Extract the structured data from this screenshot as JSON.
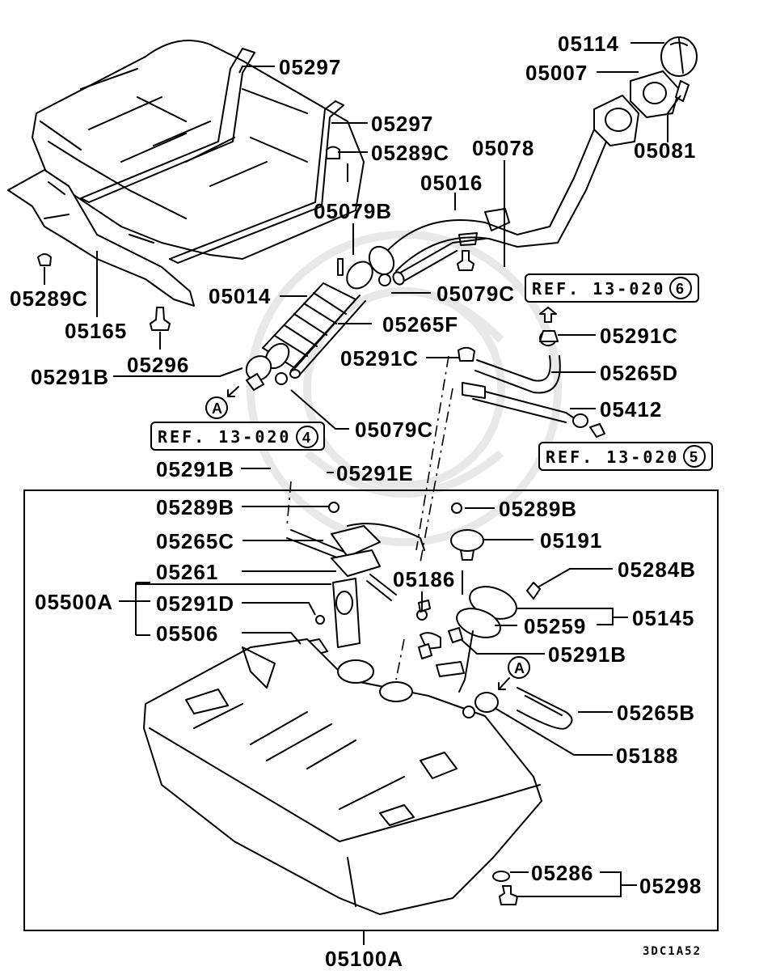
{
  "diagram": {
    "title": "Fuel tank assembly exploded parts diagram",
    "figure_code": "3DC1A52",
    "upper_parts": {
      "p05114": "05114",
      "p05007": "05007",
      "p05081": "05081",
      "p05297_a": "05297",
      "p05297_b": "05297",
      "p05289c_top": "05289C",
      "p05078": "05078",
      "p05016": "05016",
      "p05079b": "05079B",
      "p05289c_left": "05289C",
      "p05165": "05165",
      "p05296": "05296",
      "p05014": "05014",
      "p05079c_top": "05079C",
      "p05265f": "05265F",
      "p05291b_left": "05291B",
      "p05291c_mid": "05291C",
      "p05079c_low": "05079C",
      "p05291c_right": "05291C",
      "p05265d": "05265D",
      "p05412": "05412",
      "p05291b_ref": "05291B",
      "p05291e": "05291E"
    },
    "references": [
      {
        "text": "REF. 13-020",
        "circle": "6"
      },
      {
        "text": "REF. 13-020",
        "circle": "5"
      },
      {
        "text": "REF. 13-020",
        "circle": "4"
      }
    ],
    "connector_marks": [
      "A",
      "A"
    ],
    "boxed_assembly": {
      "p05289b_left": "05289B",
      "p05265c": "05265C",
      "p05500a": "05500A",
      "p05261": "05261",
      "p05291d": "05291D",
      "p05506": "05506",
      "p05289b_right": "05289B",
      "p05191": "05191",
      "p05284b": "05284B",
      "p05186": "05186",
      "p05259": "05259",
      "p05145": "05145",
      "p05291b_box": "05291B",
      "p05265b": "05265B",
      "p05188": "05188",
      "p05286": "05286",
      "p05298": "05298"
    },
    "tank_label": "05100A"
  }
}
